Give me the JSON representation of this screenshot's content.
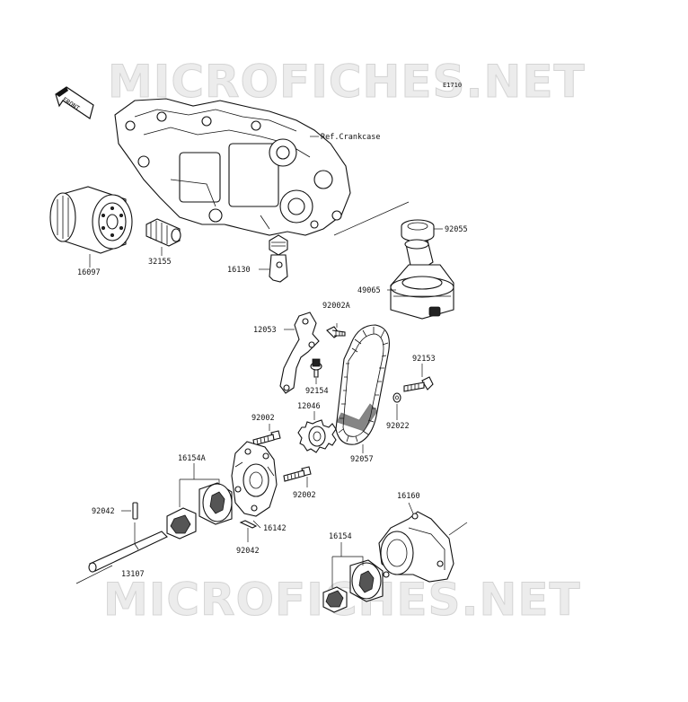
{
  "diagram_code": "E1710",
  "watermark": "MICROFICHES.NET",
  "front_label": "FRONT",
  "ref_label": "Ref.Crankcase",
  "parts": {
    "p92055": "92055",
    "p49065": "49065",
    "p16097": "16097",
    "p32155": "32155",
    "p16130": "16130",
    "p12053": "12053",
    "p92002A": "92002A",
    "p92153": "92153",
    "p92154": "92154",
    "p12046": "12046",
    "p92022": "92022",
    "p92002_upper": "92002",
    "p92057": "92057",
    "p16154A": "16154A",
    "p92002_lower": "92002",
    "p16160": "16160",
    "p92042_left": "92042",
    "p16142": "16142",
    "p92042_lower": "92042",
    "p16154": "16154",
    "p13107": "13107"
  }
}
